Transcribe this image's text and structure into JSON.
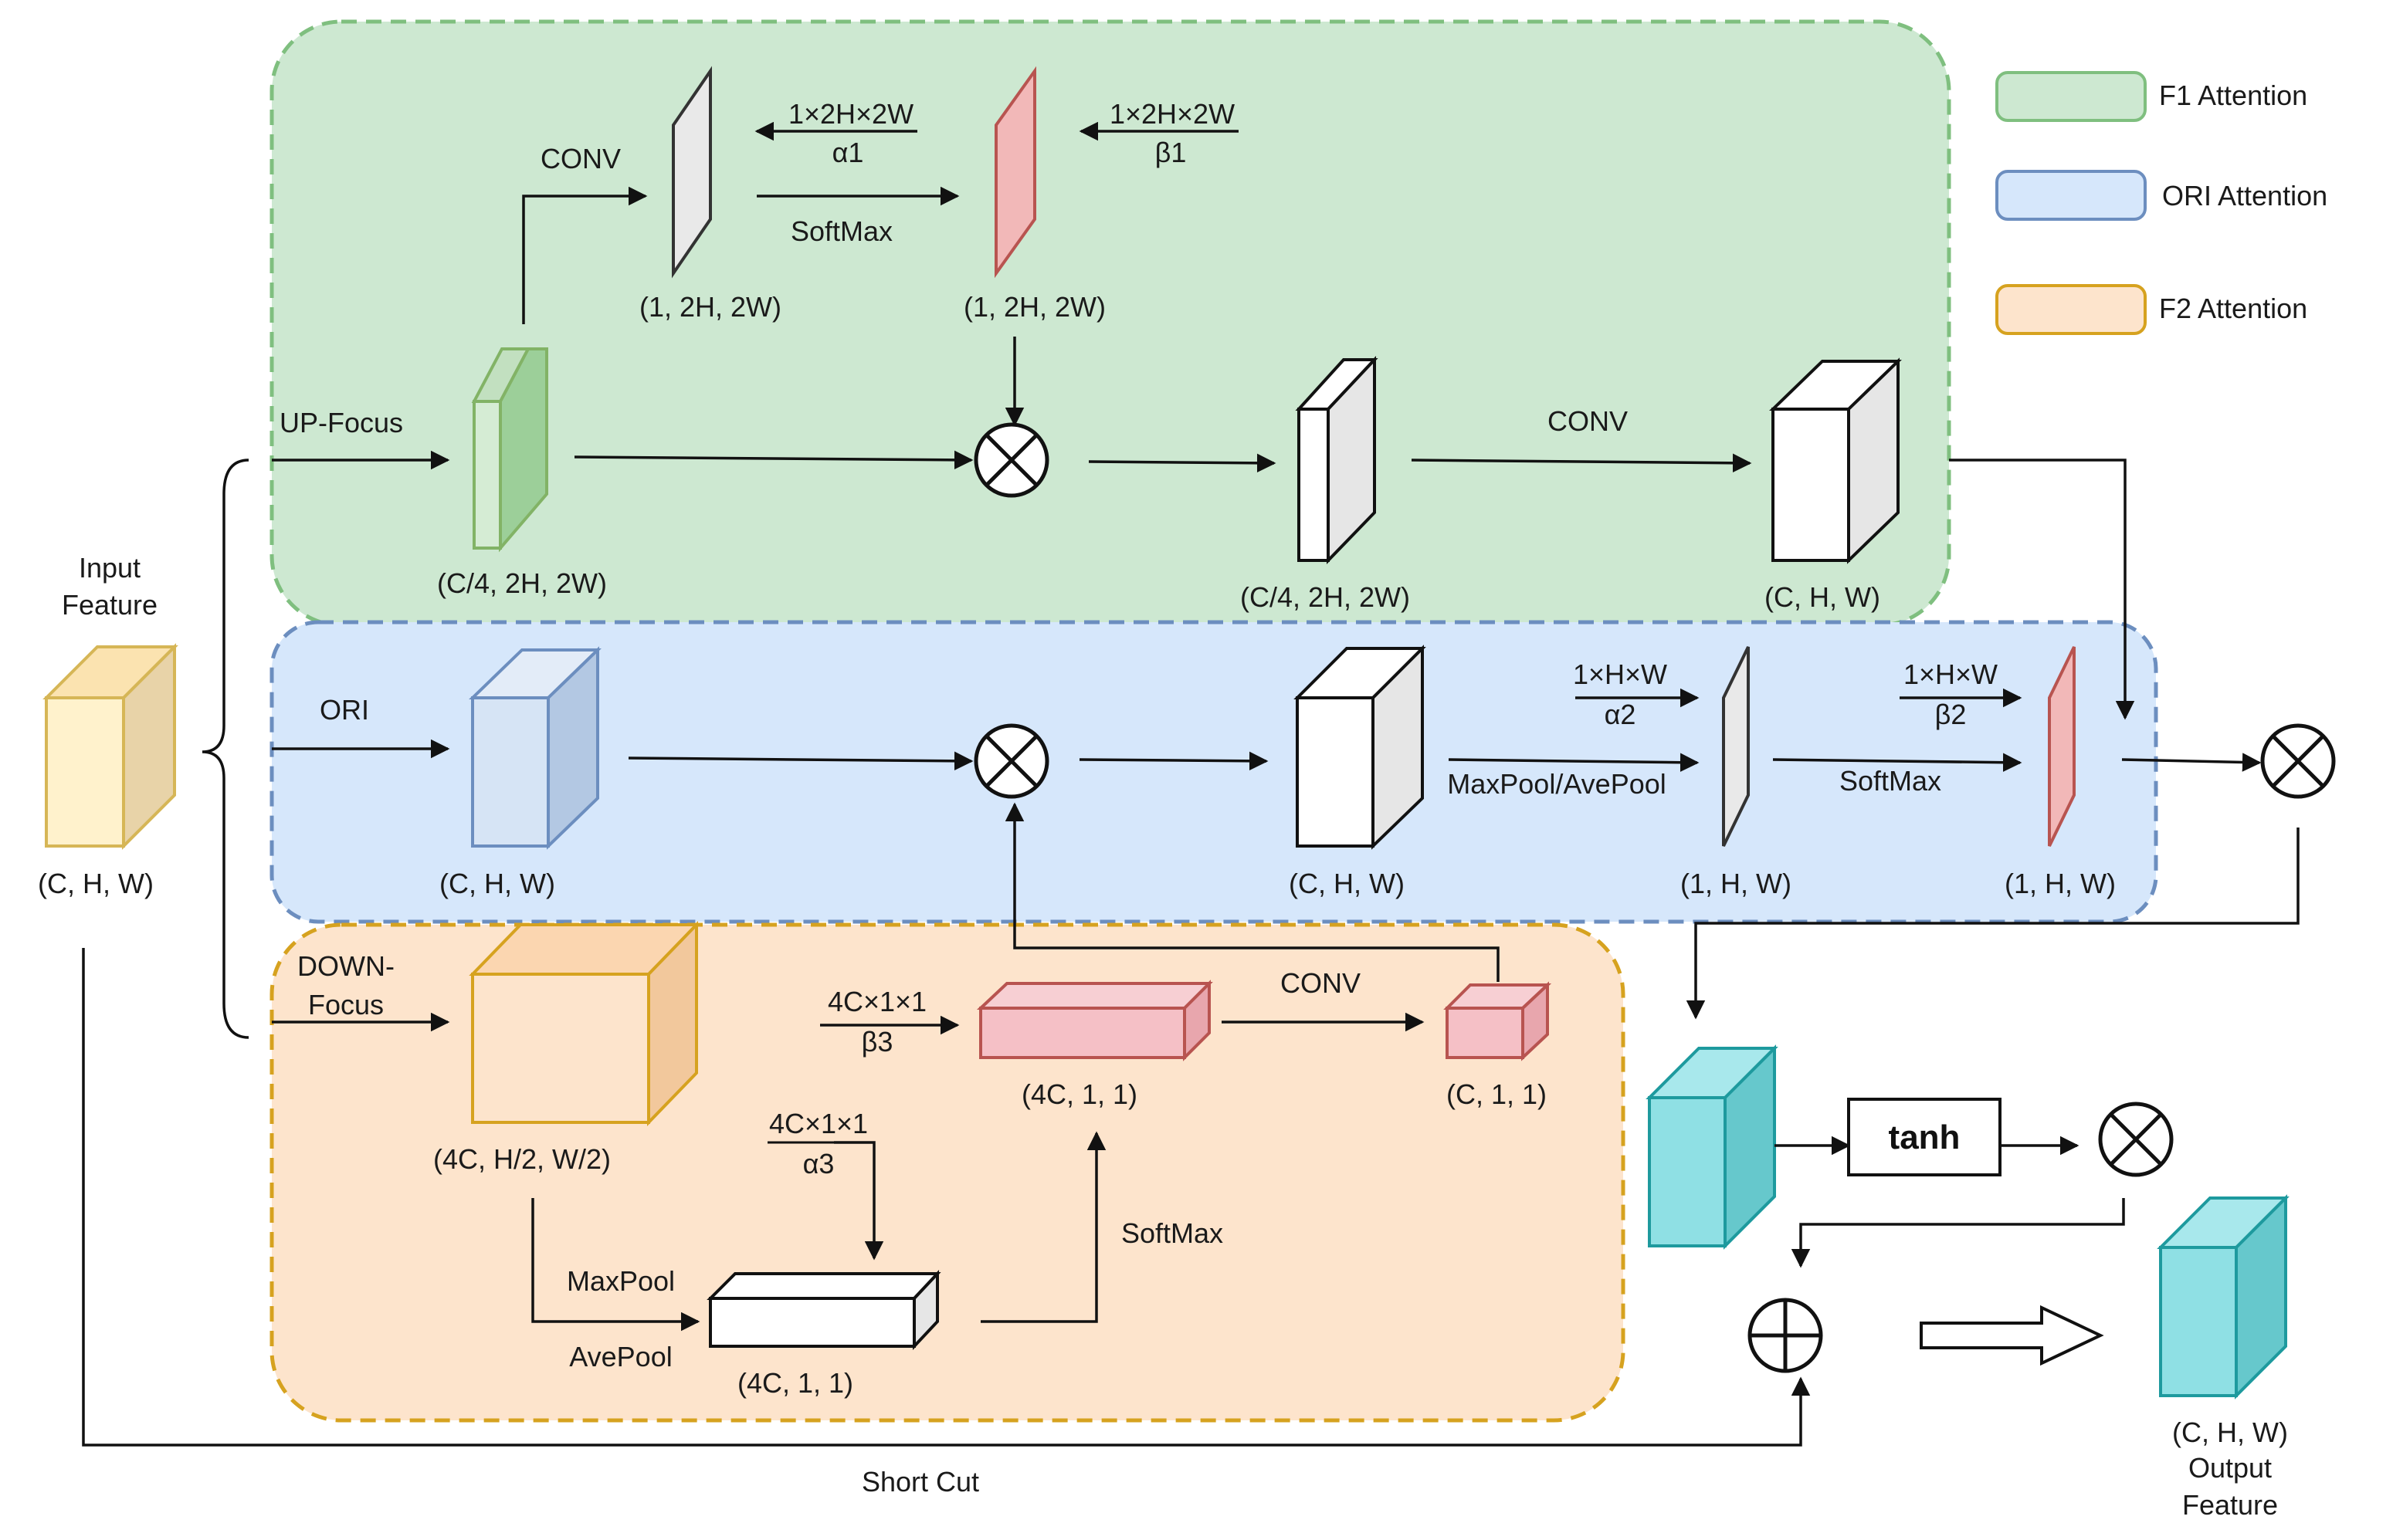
{
  "legend": {
    "f1": {
      "label": "F1 Attention",
      "fill": "#cde8d1",
      "stroke": "#7fbf7f"
    },
    "ori": {
      "label": "ORI Attention",
      "fill": "#d6e7fb",
      "stroke": "#6c8ebf"
    },
    "f2": {
      "label": "F2 Attention",
      "fill": "#fde4cc",
      "stroke": "#d6a21f"
    }
  },
  "input": {
    "title_line1": "Input",
    "title_line2": "Feature",
    "shape": "(C, H, W)"
  },
  "f1": {
    "upfocus_label": "UP-Focus",
    "conv_label": "CONV",
    "slab_shape": "(C/4, 2H, 2W)",
    "map_shape": "(1, 2H, 2W)",
    "beta_shape": "(1, 2H, 2W)",
    "alpha_num": "1×2H×2W",
    "alpha_den": "α1",
    "beta_num": "1×2H×2W",
    "beta_den": "β1",
    "softmax_label": "SoftMax",
    "mid_shape": "(C/4, 2H, 2W)",
    "conv2_label": "CONV",
    "out_shape": "(C, H, W)"
  },
  "ori": {
    "ori_label": "ORI",
    "in_shape": "(C, H, W)",
    "mid_shape": "(C, H, W)",
    "pool_label": "MaxPool/AvePool",
    "alpha_num": "1×H×W",
    "alpha_den": "α2",
    "map_shape": "(1, H, W)",
    "beta_num": "1×H×W",
    "beta_den": "β2",
    "softmax_label": "SoftMax",
    "beta_shape": "(1, H, W)"
  },
  "f2": {
    "downfocus_line1": "DOWN-",
    "downfocus_line2": "Focus",
    "cube_shape": "(4C, H/2, W/2)",
    "maxpool_label": "MaxPool",
    "avepool_label": "AvePool",
    "pooled_shape": "(4C, 1, 1)",
    "alpha_num": "4C×1×1",
    "alpha_den": "α3",
    "softmax_label": "SoftMax",
    "beta_num": "4C×1×1",
    "beta_den": "β3",
    "red_shape": "(4C, 1, 1)",
    "conv_label": "CONV",
    "small_shape": "(C, 1, 1)"
  },
  "tail": {
    "tanh_label": "tanh",
    "shortcut_label": "Short Cut",
    "out_shape": "(C, H, W)",
    "out_line1": "Output",
    "out_line2": "Feature"
  }
}
